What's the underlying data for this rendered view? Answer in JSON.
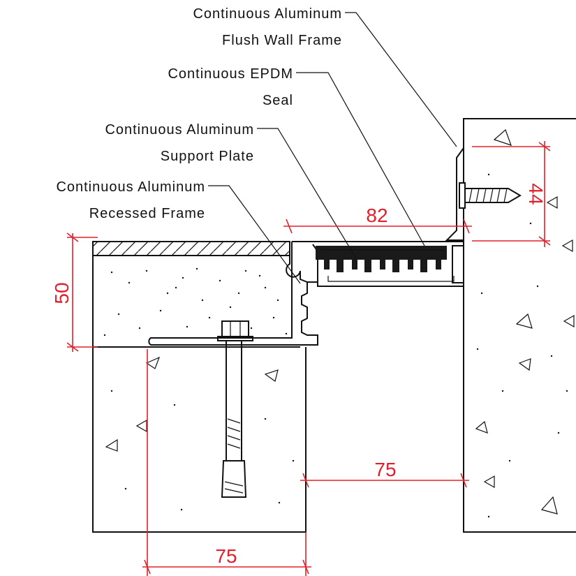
{
  "labels": {
    "flush_frame": [
      "Continuous Aluminum",
      "Flush Wall Frame"
    ],
    "epdm_seal": [
      "Continuous EPDM",
      "Seal"
    ],
    "support_plate": [
      "Continuous Aluminum",
      "Support Plate"
    ],
    "recessed_frame": [
      "Continuous Aluminum",
      "Recessed Frame"
    ]
  },
  "dimensions": {
    "joint_width": "82",
    "wall_frame_height": "44",
    "slab_depth": "50",
    "gap_width": "75",
    "anchor_edge": "75"
  },
  "colors": {
    "dimension": "#e0202a",
    "line": "#111111",
    "seal": "#1a1a1a"
  }
}
